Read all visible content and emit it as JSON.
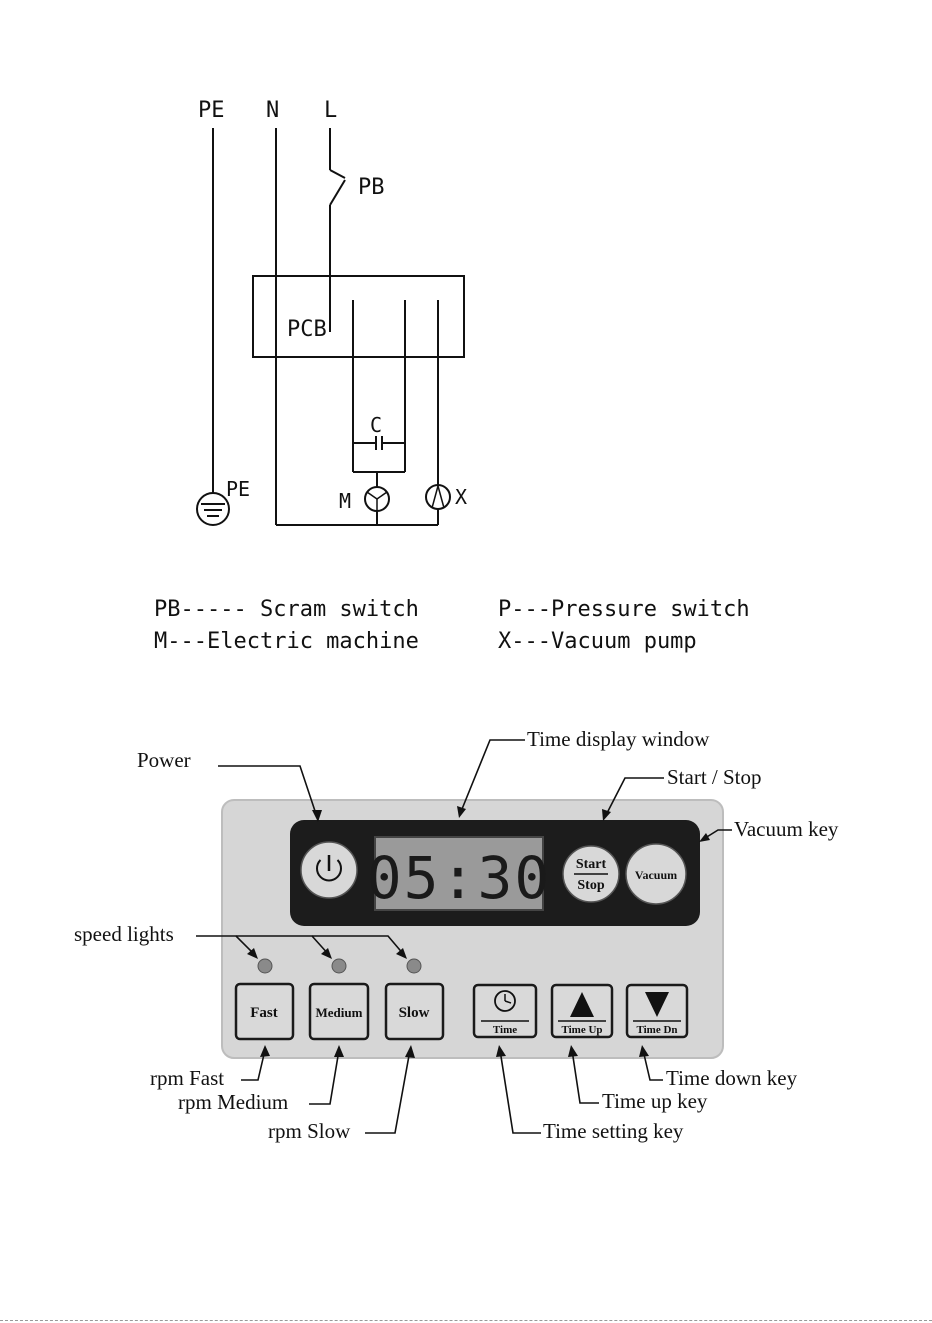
{
  "wiring": {
    "labels": {
      "pe_top": "PE",
      "n": "N",
      "l": "L",
      "pb": "PB",
      "pcb": "PCB",
      "c": "C",
      "pe_ground": "PE",
      "m": "M",
      "x": "X"
    },
    "legend": [
      "PB----- Scram switch",
      "P---Pressure switch",
      "M---Electric machine",
      "X---Vacuum pump"
    ]
  },
  "panel": {
    "display_time": "05:30",
    "keys": {
      "start": "Start",
      "stop": "Stop",
      "vacuum": "Vacuum",
      "fast": "Fast",
      "medium": "Medium",
      "slow": "Slow",
      "time": "Time",
      "time_up": "Time Up",
      "time_dn": "Time Dn"
    },
    "callouts": {
      "power": "Power",
      "time_display_window": "Time display window",
      "start_stop": "Start / Stop",
      "vacuum_key": "Vacuum key",
      "speed_lights": "speed lights",
      "rpm_fast": "rpm Fast",
      "rpm_medium": "rpm Medium",
      "rpm_slow": "rpm Slow",
      "time_setting_key": "Time setting key",
      "time_up_key": "Time up key",
      "time_down_key": "Time down key"
    },
    "colors": {
      "panel_bg": "#d6d6d6",
      "display_bezel": "#1c1c1c",
      "lcd": "#9a9a9a",
      "speed_light": "#8a8a8a"
    }
  }
}
